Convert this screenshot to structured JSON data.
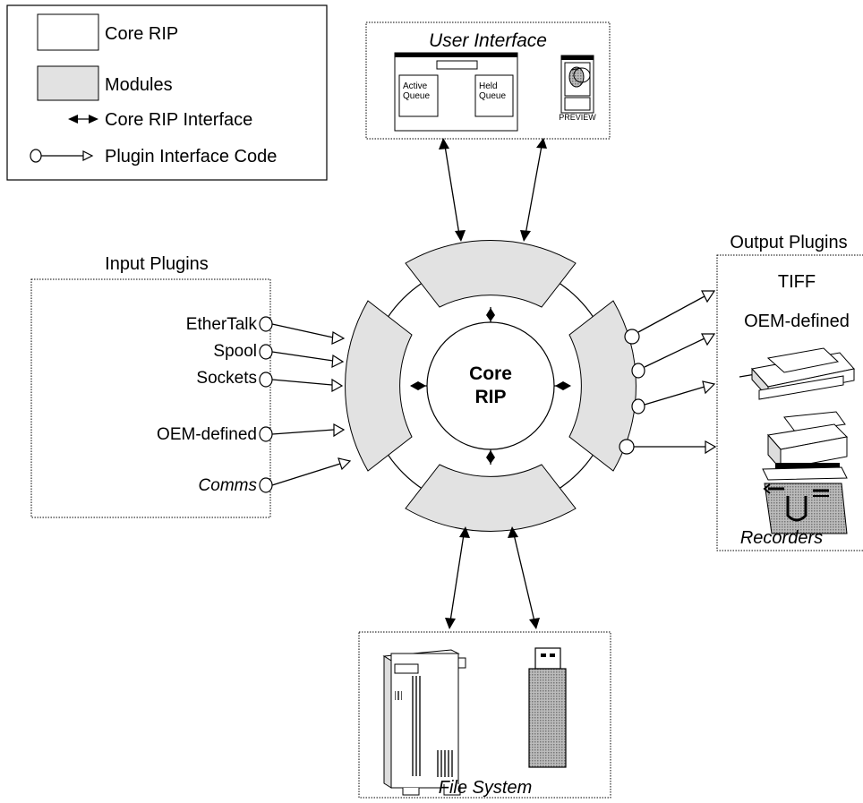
{
  "legend": {
    "core_rip": "Core RIP",
    "modules": "Modules",
    "core_rip_interface": "Core RIP Interface",
    "plugin_interface_code": "Plugin Interface Code"
  },
  "user_interface": {
    "title": "User Interface",
    "active_queue": [
      "Active",
      "Queue"
    ],
    "held_queue": [
      "Held",
      "Queue"
    ],
    "preview": "PREVIEW"
  },
  "core": {
    "line1": "Core",
    "line2": "RIP"
  },
  "input_plugins": {
    "title": "Input Plugins",
    "items": [
      "EtherTalk",
      "Spool",
      "Sockets",
      "OEM-defined",
      "Comms"
    ]
  },
  "output_plugins": {
    "title": "Output Plugins",
    "items": [
      "TIFF",
      "OEM-defined"
    ],
    "recorders": "Recorders"
  },
  "file_system": {
    "title": "File System"
  },
  "colors": {
    "module_fill": "#e2e2e2",
    "line": "#000000",
    "background": "#ffffff"
  }
}
